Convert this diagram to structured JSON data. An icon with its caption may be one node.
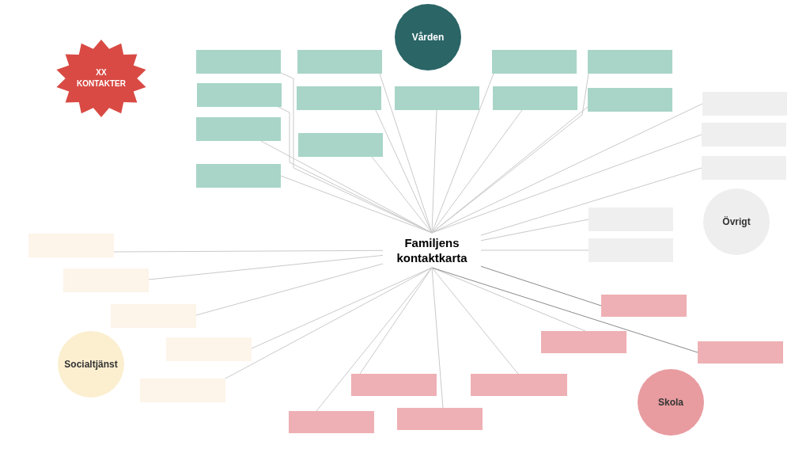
{
  "diagram": {
    "nodes": [
      {
        "text": [
          "XX KONTAKTER"
        ]
      },
      {
        "text": [
          "Vården"
        ]
      },
      {
        "text": [],
        "shape": "box"
      },
      {
        "text": [],
        "shape": "box"
      },
      {
        "text": [],
        "shape": "box"
      },
      {
        "text": [],
        "shape": "box"
      },
      {
        "text": [],
        "shape": "box"
      },
      {
        "text": [],
        "shape": "box"
      },
      {
        "text": [],
        "shape": "box"
      },
      {
        "text": [],
        "shape": "box"
      },
      {
        "text": [],
        "shape": "box"
      },
      {
        "text": [],
        "shape": "box"
      },
      {
        "text": [],
        "shape": "box"
      },
      {
        "text": [],
        "shape": "box"
      },
      {
        "text": [],
        "shape": "box"
      },
      {
        "text": [],
        "shape": "box"
      },
      {
        "text": [],
        "shape": "box"
      },
      {
        "text": [
          "Övrigt"
        ]
      },
      {
        "text": [],
        "shape": "box"
      },
      {
        "text": [],
        "shape": "box"
      },
      {
        "text": [
          "Familjens kontaktkarta"
        ]
      },
      {
        "text": [],
        "shape": "box"
      },
      {
        "text": [],
        "shape": "box"
      },
      {
        "text": [],
        "shape": "box"
      },
      {
        "text": [],
        "shape": "box"
      },
      {
        "text": [],
        "shape": "box"
      },
      {
        "text": [],
        "shape": "box"
      },
      {
        "text": [],
        "shape": "box"
      },
      {
        "text": [],
        "shape": "box"
      },
      {
        "text": [
          "Socialtjänst"
        ]
      },
      {
        "text": [],
        "shape": "box"
      },
      {
        "text": [],
        "shape": "box"
      },
      {
        "text": [],
        "shape": "box"
      },
      {
        "text": [],
        "shape": "box"
      },
      {
        "text": [
          "Skola"
        ]
      }
    ],
    "edges": [
      {
        "from": 20,
        "to": 2,
        "arrow": "none"
      },
      {
        "from": 20,
        "to": 3,
        "arrow": "none"
      },
      {
        "from": 20,
        "to": 4,
        "arrow": "none"
      },
      {
        "from": 20,
        "to": 5,
        "arrow": "none"
      },
      {
        "from": 20,
        "to": 6,
        "arrow": "none"
      },
      {
        "from": 20,
        "to": 7,
        "arrow": "none"
      },
      {
        "from": 20,
        "to": 8,
        "arrow": "none"
      },
      {
        "from": 20,
        "to": 9,
        "arrow": "none"
      },
      {
        "from": 20,
        "to": 10,
        "arrow": "none"
      },
      {
        "from": 20,
        "to": 11,
        "arrow": "none"
      },
      {
        "from": 20,
        "to": 12,
        "arrow": "none"
      },
      {
        "from": 20,
        "to": 13,
        "arrow": "none"
      },
      {
        "from": 20,
        "to": 14,
        "arrow": "none"
      },
      {
        "from": 20,
        "to": 15,
        "arrow": "none"
      },
      {
        "from": 20,
        "to": 16,
        "arrow": "none"
      },
      {
        "from": 20,
        "to": 18,
        "arrow": "none"
      },
      {
        "from": 20,
        "to": 19,
        "arrow": "none"
      },
      {
        "from": 20,
        "to": 21,
        "arrow": "none"
      },
      {
        "from": 20,
        "to": 22,
        "arrow": "none"
      },
      {
        "from": 20,
        "to": 23,
        "arrow": "none"
      },
      {
        "from": 20,
        "to": 24,
        "arrow": "none"
      },
      {
        "from": 20,
        "to": 25,
        "arrow": "none"
      },
      {
        "from": 20,
        "to": 26,
        "arrow": "none",
        "color": "#8a8a8a"
      },
      {
        "from": 20,
        "to": 27,
        "arrow": "none"
      },
      {
        "from": 20,
        "to": 28,
        "arrow": "none",
        "color": "#8a8a8a"
      },
      {
        "from": 20,
        "to": 30,
        "arrow": "none"
      },
      {
        "from": 20,
        "to": 31,
        "arrow": "none"
      },
      {
        "from": 20,
        "to": 32,
        "arrow": "none"
      },
      {
        "from": 20,
        "to": 33,
        "arrow": "none"
      }
    ]
  }
}
